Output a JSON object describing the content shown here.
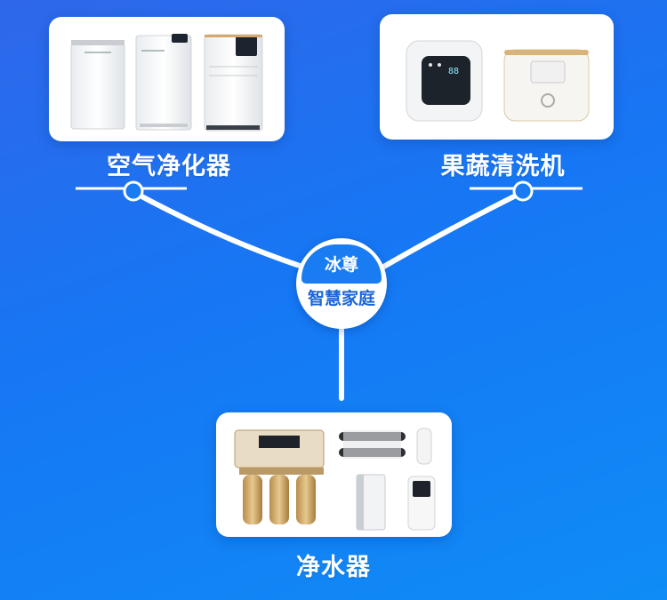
{
  "categories": {
    "air_purifier": {
      "label": "空气净化器"
    },
    "fruit_washer": {
      "label": "果蔬清洗机"
    },
    "water_purifier": {
      "label": "净水器"
    }
  },
  "hub": {
    "brand": "冰尊",
    "subtitle": "智慧家庭"
  },
  "colors": {
    "background_start": "#2f67ea",
    "background_end": "#0f8cf6",
    "hub_accent": "#1a7cf2",
    "hub_text": "#1a66d8"
  }
}
